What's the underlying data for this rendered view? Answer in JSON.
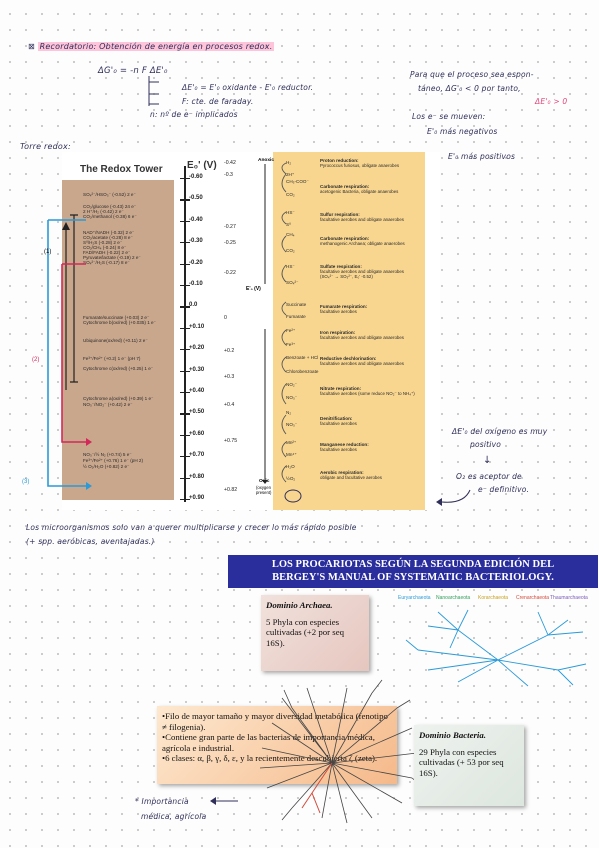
{
  "notes": {
    "header_prefix": "⊠",
    "header": "Recordatorio: Obtención de energía en procesos redox.",
    "eq_lhs": "ΔG'₀ = -n F ΔE'₀",
    "eq_e0": "ΔE'₀ = E'₀ oxidante - E'₀ reductor.",
    "eq_f": "F: cte. de faraday.",
    "eq_n": "n: nº de e⁻ implicados",
    "right1": "Para que el proceso sea espon-",
    "right2": "táneo, ΔG'₀ < 0 por tanto,",
    "right3": "ΔE'₀ > 0",
    "right4": "Los e⁻ se mueven:",
    "right5": "E'₀ más negativos",
    "right6": "E'₀ más positivos",
    "torre": "Torre redox:",
    "annot1": "ΔE'₀ del oxígeno es muy",
    "annot2": "positivo",
    "annot3": "O₂ es aceptor de",
    "annot4": "e⁻ definitivo.",
    "bottom1": "Los microorganismos solo van a querer multiplicarse y crecer lo más rápido posible",
    "bottom2": "(+ spp. aeróbicas, aventajadas.)",
    "star1": "* Importancia",
    "star2": "médica, agrícola"
  },
  "redox_figure": {
    "title": "The Redox Tower",
    "e0_label": "E₀' (V)",
    "scale": [
      "-0.60",
      "-0.50",
      "-0.40",
      "-0.30",
      "-0.20",
      "-0.10",
      "0.0",
      "+0.10",
      "+0.20",
      "+0.30",
      "+0.40",
      "+0.50",
      "+0.60",
      "+0.70",
      "+0.80",
      "+0.90"
    ],
    "left_couples": [
      "SO₄²⁻/HSO₃⁻ (-0.52) 2 e⁻",
      "CO₂/glucose (-0.43) 24 e⁻",
      "2 H⁺/H₂ (-0.42) 2 e⁻",
      "CO₂/methanol (-0.38) 6 e⁻",
      "NAD⁺/NADH (-0.32) 2 e⁻",
      "CO₂/acetate (-0.28) 8 e⁻",
      "S⁰/H₂S (-0.28) 2 e⁻",
      "CO₂/CH₄ (-0.24) 8 e⁻",
      "FAD/FADH (-0.22) 2 e⁻",
      "Pyruvate/lactate (-0.19) 2 e⁻",
      "SO₄²⁻/H₂S (-0.17) 8 e⁻",
      "Fumarate/succinate (+0.03) 2 e⁻",
      "Cytochrome b(ox/red) (+0.035) 1 e⁻",
      "Ubiquinone(ox/red) (+0.11) 2 e⁻",
      "Fe³⁺/Fe²⁺ (+0.2) 1 e⁻ (pH 7)",
      "Cytochrome c(ox/red) (+0.25) 1 e⁻",
      "Cytochrome a(ox/red) (+0.39) 1 e⁻",
      "NO₃⁻/NO₂⁻ (+0.42) 2 e⁻",
      "NO₃⁻/½ N₂ (+0.74) 5 e⁻",
      "Fe³⁺/Fe²⁺ (+0.76) 1 e⁻ (pH 2)",
      "½ O₂/H₂O (+0.82) 2 e⁻"
    ],
    "bracket_label": "(1)",
    "red_label": "(2)",
    "blue_label": "(3)",
    "anoxic": "Anoxic",
    "oxic": "Oxic",
    "oxic_sub1": "(oxygen",
    "oxic_sub2": "present)",
    "mid_values": [
      "-0.42",
      "-0.3",
      "-0.27",
      "-0.25",
      "-0.22",
      "0",
      "+0.2",
      "+0.3",
      "+0.4",
      "+0.75",
      "+0.82"
    ],
    "mid_e0_label": "E'₀ (V)",
    "species": [
      "H₂",
      "2H⁺",
      "CH₃-COO⁻",
      "CO₂",
      "HS⁻",
      "S⁰",
      "CH₄",
      "CO₂",
      "HS⁻",
      "SO₄²⁻",
      "Succinate",
      "Fumarate",
      "Fe²⁺",
      "Fe³⁺",
      "Benzoate + HCl",
      "Chlorobenzoate",
      "NO₂⁻",
      "NO₃⁻",
      "N₂",
      "NO₃⁻",
      "Mn²⁺",
      "Mn⁴⁺",
      "H₂O",
      "½O₂"
    ],
    "processes": [
      {
        "name": "Proton reduction:",
        "desc": "Pyrococcus furiosus, obligate anaerobes"
      },
      {
        "name": "Carbonate respiration:",
        "desc": "acetogenic Bacteria, obligate anaerobes"
      },
      {
        "name": "Sulfur respiration:",
        "desc": "facultative aerobes and obligate anaerobes"
      },
      {
        "name": "Carbonate respiration:",
        "desc": "methanogenic Archaea; obligate anaerobes"
      },
      {
        "name": "Sulfate respiration:",
        "desc": "facultative aerobes and obligate anaerobes (SO₄²⁻ → SO₃²⁻, E₀' -0.52)"
      },
      {
        "name": "Fumarate respiration:",
        "desc": "facultative aerobes"
      },
      {
        "name": "Iron respiration:",
        "desc": "facultative aerobes and obligate anaerobes"
      },
      {
        "name": "Reductive dechlorination:",
        "desc": "facultative aerobes and obligate anaerobes"
      },
      {
        "name": "Nitrate respiration:",
        "desc": "facultative aerobes (some reduce NO₂⁻ to NH₄⁺)"
      },
      {
        "name": "Denitrification:",
        "desc": "facultative aerobes"
      },
      {
        "name": "Manganese reduction:",
        "desc": "facultative aerobes"
      },
      {
        "name": "Aerobic respiration:",
        "desc": "obligate and facultative aerobes"
      }
    ]
  },
  "slides": {
    "banner1": "LOS PROCARIOTAS SEGÚN LA SEGUNDA EDICIÓN DEL",
    "banner2": "BERGEY'S MANUAL OF SYSTEMATIC BACTERIOLOGY.",
    "archaea_title": "Dominio Archaea.",
    "archaea_text": "5 Phyla con especies cultivadas (+2 por seq 16S).",
    "bacteria_title": "Dominio Bacteria.",
    "bacteria_text": "29 Phyla con especies cultivadas (+ 53 por seq 16S).",
    "filo1": "•Filo de mayor tamaño y mayor diversidad metabólica (fenotipo ≠ filogenia).",
    "filo2": "•Contiene gran parte de las bacterias de importancia médica, agrícola e industrial.",
    "filo3": "•6 clases: α, β, γ, δ, ε, y la recientemente descubierta ζ (zeta).",
    "tree_groups": [
      "Euryarchaeota",
      "Nanoarchaeota",
      "Korarchaeota",
      "Crenarchaeota",
      "Thaumarchaeota"
    ]
  }
}
